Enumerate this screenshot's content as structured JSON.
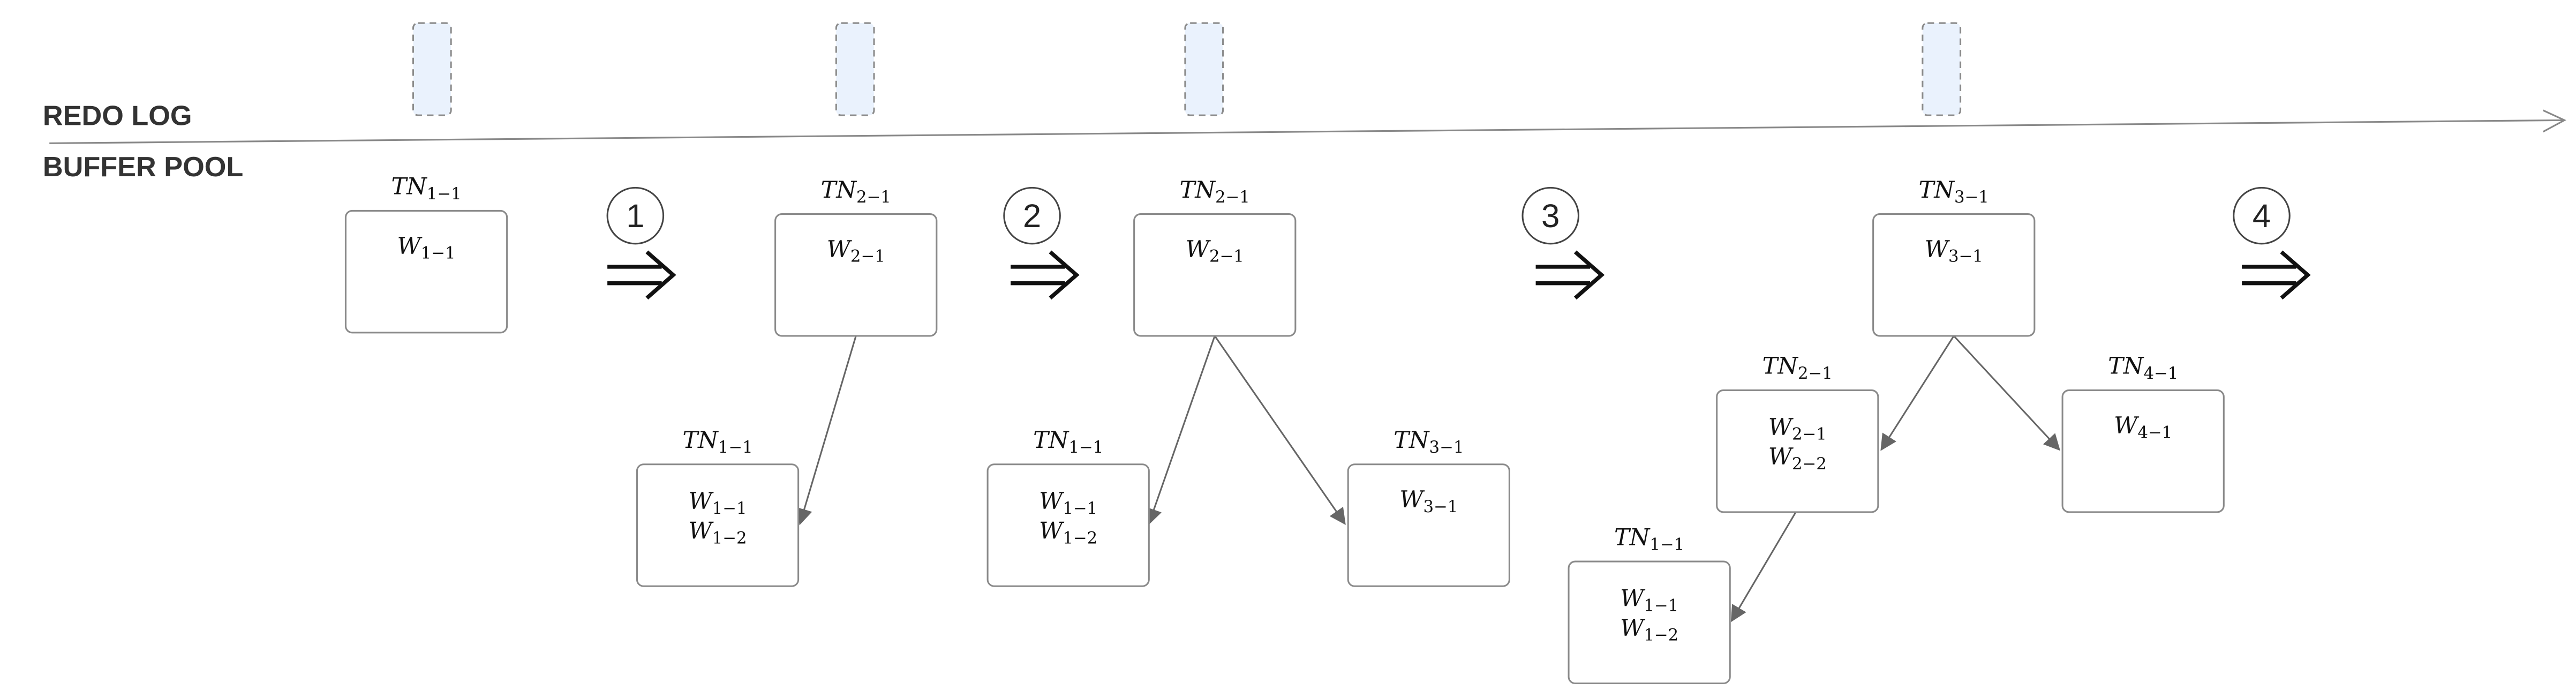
{
  "labels": {
    "redo_log": "REDO LOG",
    "buffer_pool": "BUFFER POOL"
  },
  "steps": [
    "1",
    "2",
    "3",
    "4"
  ],
  "nodes": [
    {
      "id": "s0-root",
      "label": "TN",
      "label_sub": "1−1",
      "entries": [
        {
          "t": "W",
          "s": "1−1"
        }
      ]
    },
    {
      "id": "s1-root",
      "label": "TN",
      "label_sub": "2−1",
      "entries": [
        {
          "t": "W",
          "s": "2−1"
        }
      ]
    },
    {
      "id": "s1-child",
      "label": "TN",
      "label_sub": "1−1",
      "entries": [
        {
          "t": "W",
          "s": "1−1"
        },
        {
          "t": "W",
          "s": "1−2"
        }
      ]
    },
    {
      "id": "s2-root",
      "label": "TN",
      "label_sub": "2−1",
      "entries": [
        {
          "t": "W",
          "s": "2−1"
        }
      ]
    },
    {
      "id": "s2-left",
      "label": "TN",
      "label_sub": "1−1",
      "entries": [
        {
          "t": "W",
          "s": "1−1"
        },
        {
          "t": "W",
          "s": "1−2"
        }
      ]
    },
    {
      "id": "s2-right",
      "label": "TN",
      "label_sub": "3−1",
      "entries": [
        {
          "t": "W",
          "s": "3−1"
        }
      ]
    },
    {
      "id": "s3-root",
      "label": "TN",
      "label_sub": "3−1",
      "entries": [
        {
          "t": "W",
          "s": "3−1"
        }
      ]
    },
    {
      "id": "s3-left",
      "label": "TN",
      "label_sub": "2−1",
      "entries": [
        {
          "t": "W",
          "s": "2−1"
        },
        {
          "t": "W",
          "s": "2−2"
        }
      ]
    },
    {
      "id": "s3-right",
      "label": "TN",
      "label_sub": "4−1",
      "entries": [
        {
          "t": "W",
          "s": "4−1"
        }
      ]
    },
    {
      "id": "s3-leaf",
      "label": "TN",
      "label_sub": "1−1",
      "entries": [
        {
          "t": "W",
          "s": "1−1"
        },
        {
          "t": "W",
          "s": "1−2"
        }
      ]
    }
  ]
}
